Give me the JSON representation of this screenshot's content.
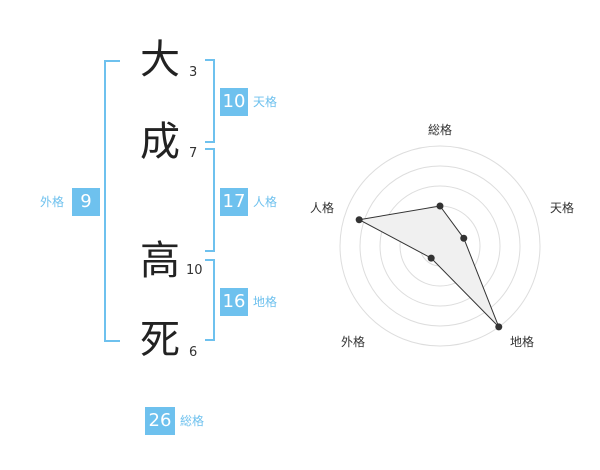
{
  "name": {
    "chars": [
      {
        "char": "大",
        "strokes": "3"
      },
      {
        "char": "成",
        "strokes": "7"
      },
      {
        "char": "高",
        "strokes": "10"
      },
      {
        "char": "死",
        "strokes": "6"
      }
    ]
  },
  "fortunes": {
    "tenkaku": {
      "value": "10",
      "label": "天格"
    },
    "jinkaku": {
      "value": "17",
      "label": "人格"
    },
    "chikaku": {
      "value": "16",
      "label": "地格"
    },
    "gaikaku": {
      "value": "9",
      "label": "外格"
    },
    "soukaku": {
      "value": "26",
      "label": "総格"
    }
  },
  "radar": {
    "labels": {
      "top": "総格",
      "right": "天格",
      "bottom_right": "地格",
      "bottom_left": "外格",
      "left": "人格"
    },
    "accent_color": "#6ec1ee",
    "fill_color": "#f0f0f0",
    "values": {
      "soukaku": 0.4,
      "tenkaku": 0.25,
      "chikaku": 1.0,
      "gaikaku": 0.15,
      "jinkaku": 0.85
    }
  }
}
